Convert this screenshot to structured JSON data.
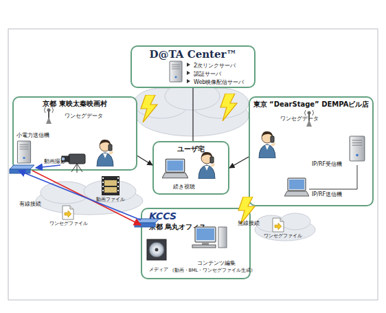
{
  "diagram": {
    "nodes": [
      {
        "text": [
          "D@TA Center™",
          "2次リンクサーバ",
          "認証サーバ",
          "Web映像配信サーバ"
        ]
      },
      {
        "text": [
          "京都 東映太秦映画村",
          "ワンセグデータ",
          "小電力送信機",
          "動画撮影"
        ]
      },
      {
        "text": [
          "東京 “DearStage” DEMPAビル店",
          "ワンセグデータ",
          "IP/RF受信機",
          "IP/RF送信機"
        ]
      },
      {
        "text": [
          "ユーザ宅",
          "続き視聴"
        ]
      },
      {
        "text": [
          "KCCS",
          "京都 烏丸オフィス",
          "コンテンツ編集",
          "(動画・BML・ワンセグファイル生成)",
          "メディア"
        ]
      }
    ],
    "edges": [
      {
        "from": 1,
        "to": 3,
        "arrow": "to"
      },
      {
        "from": 2,
        "to": 3,
        "arrow": "to"
      },
      {
        "from": 0,
        "to": 3,
        "arrow": "none"
      },
      {
        "from": 1,
        "to": 4,
        "arrow": "to"
      },
      {
        "from": 4,
        "to": 1,
        "arrow": "to"
      }
    ],
    "labels": [
      "有線接続",
      "動画ファイル",
      "ワンセグファイル",
      "無線接続",
      "ワンセグファイル"
    ]
  }
}
